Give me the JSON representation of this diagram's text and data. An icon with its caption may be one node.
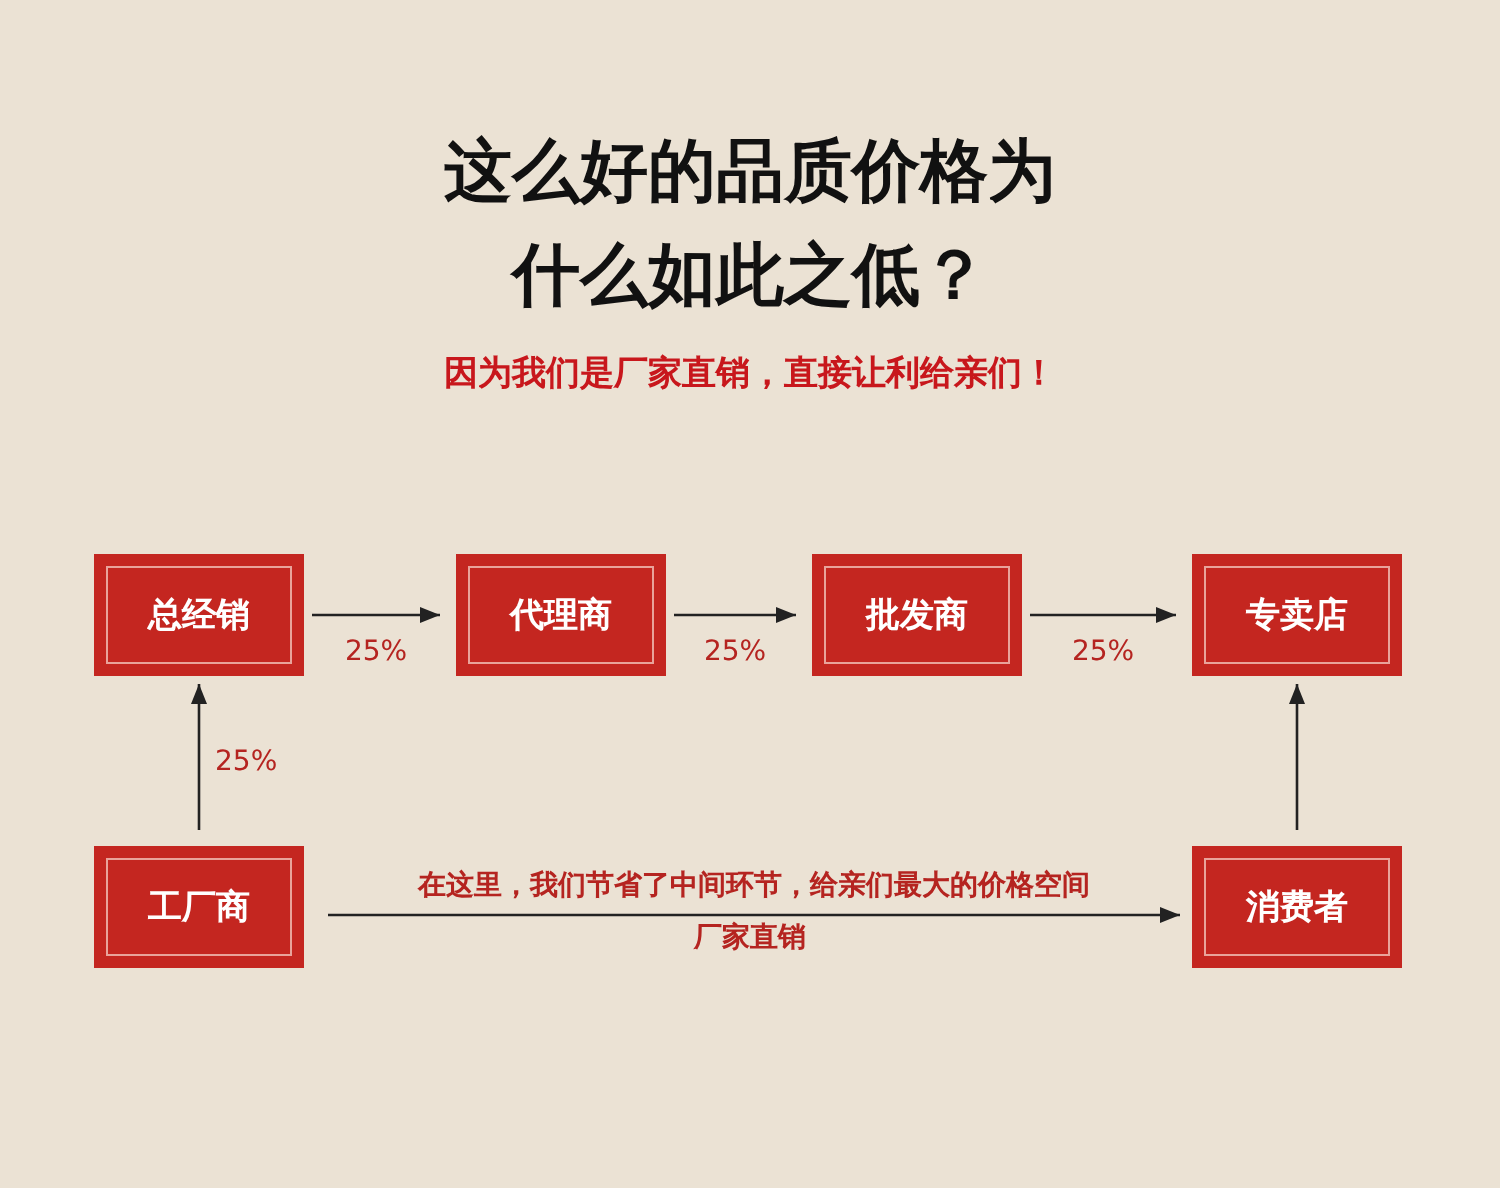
{
  "diagram": {
    "title": "这么好的品质价格为什么如此之低？",
    "nodes": [
      {
        "text": [
          "总经销"
        ]
      },
      {
        "text": [
          "代理商"
        ]
      },
      {
        "text": [
          "批发商"
        ]
      },
      {
        "text": [
          "专卖店"
        ]
      },
      {
        "text": [
          "工厂商"
        ]
      },
      {
        "text": [
          "消费者"
        ]
      }
    ],
    "edges": [
      {
        "from": 4,
        "to": 0,
        "arrow": "to",
        "label": "25%"
      },
      {
        "from": 0,
        "to": 1,
        "arrow": "to",
        "label": "25%"
      },
      {
        "from": 1,
        "to": 2,
        "arrow": "to",
        "label": "25%"
      },
      {
        "from": 2,
        "to": 3,
        "arrow": "to",
        "label": "25%"
      },
      {
        "from": 5,
        "to": 3,
        "arrow": "to"
      },
      {
        "from": 4,
        "to": 5,
        "arrow": "to",
        "label": "在这里，我们节省了中间环节，给亲们最大的价格空间"
      }
    ],
    "labels": [
      "因为我们是厂家直销，直接让利给亲们！",
      "厂家直销"
    ]
  }
}
